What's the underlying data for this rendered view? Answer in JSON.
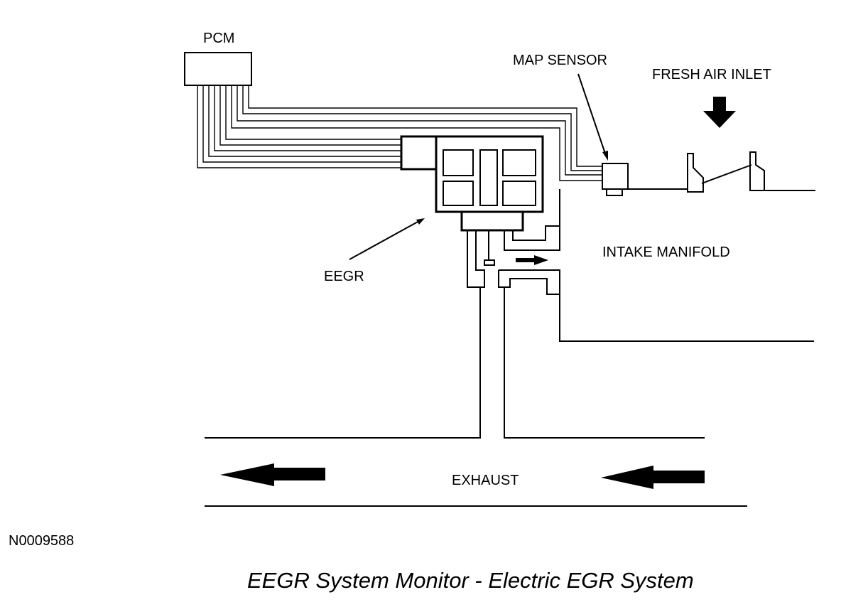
{
  "labels": {
    "pcm": "PCM",
    "map_sensor": "MAP SENSOR",
    "fresh_air_inlet": "FRESH AIR INLET",
    "intake_manifold": "INTAKE MANIFOLD",
    "eegr": "EEGR",
    "exhaust": "EXHAUST",
    "figure_id": "N0009588"
  },
  "caption": "EEGR System Monitor - Electric EGR System"
}
